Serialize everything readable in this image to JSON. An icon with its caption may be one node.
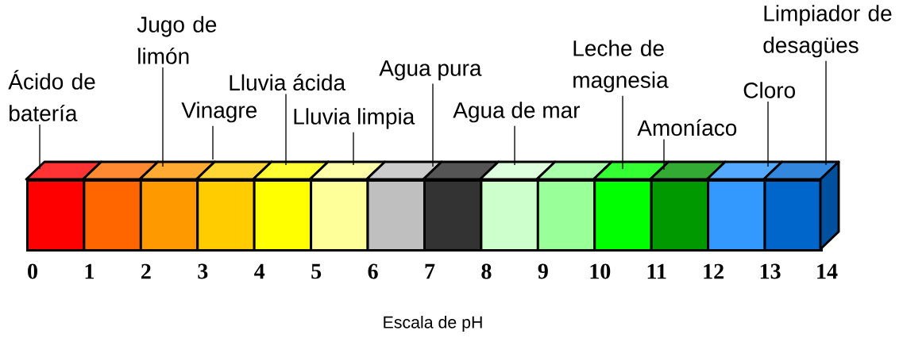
{
  "diagram": {
    "caption": "Escala de pH",
    "nodes": [
      {
        "text": [
          "Ácido de batería"
        ]
      },
      {
        "text": [
          "Jugo de limón"
        ]
      },
      {
        "text": [
          "Vinagre"
        ]
      },
      {
        "text": [
          "Lluvia ácida"
        ]
      },
      {
        "text": [
          "Lluvia limpia"
        ]
      },
      {
        "text": [
          "Agua pura"
        ]
      },
      {
        "text": [
          "Agua de mar"
        ]
      },
      {
        "text": [
          "Leche de magnesia"
        ]
      },
      {
        "text": [
          "Amoníaco"
        ]
      },
      {
        "text": [
          "Cloro"
        ]
      },
      {
        "text": [
          "Limpiador de desagües"
        ]
      },
      {
        "text": [],
        "shape": "box"
      },
      {
        "text": [],
        "shape": "box"
      },
      {
        "text": [],
        "shape": "box"
      },
      {
        "text": [],
        "shape": "box"
      },
      {
        "text": [],
        "shape": "box"
      },
      {
        "text": [],
        "shape": "box"
      },
      {
        "text": [],
        "shape": "box"
      },
      {
        "text": [],
        "shape": "box"
      },
      {
        "text": [],
        "shape": "box"
      },
      {
        "text": [],
        "shape": "box"
      },
      {
        "text": [],
        "shape": "box"
      },
      {
        "text": [],
        "shape": "box"
      },
      {
        "text": [],
        "shape": "box"
      },
      {
        "text": [],
        "shape": "box"
      }
    ],
    "edges": [
      {
        "from": 0,
        "to": 11,
        "arrow": "none"
      },
      {
        "from": 1,
        "to": 13,
        "arrow": "none"
      },
      {
        "from": 2,
        "to": 14,
        "arrow": "none"
      },
      {
        "from": 3,
        "to": 15,
        "arrow": "none"
      },
      {
        "from": 4,
        "to": 16,
        "arrow": "none"
      },
      {
        "from": 5,
        "to": 18,
        "arrow": "none"
      },
      {
        "from": 6,
        "to": 19,
        "arrow": "none"
      },
      {
        "from": 7,
        "to": 21,
        "arrow": "none"
      },
      {
        "from": 8,
        "to": 22,
        "arrow": "none"
      },
      {
        "from": 9,
        "to": 23,
        "arrow": "none"
      },
      {
        "from": 10,
        "to": 24,
        "arrow": "none"
      }
    ],
    "labels": [
      "0",
      "1",
      "2",
      "3",
      "4",
      "5",
      "6",
      "7",
      "8",
      "9",
      "10",
      "11",
      "12",
      "13",
      "14"
    ]
  }
}
